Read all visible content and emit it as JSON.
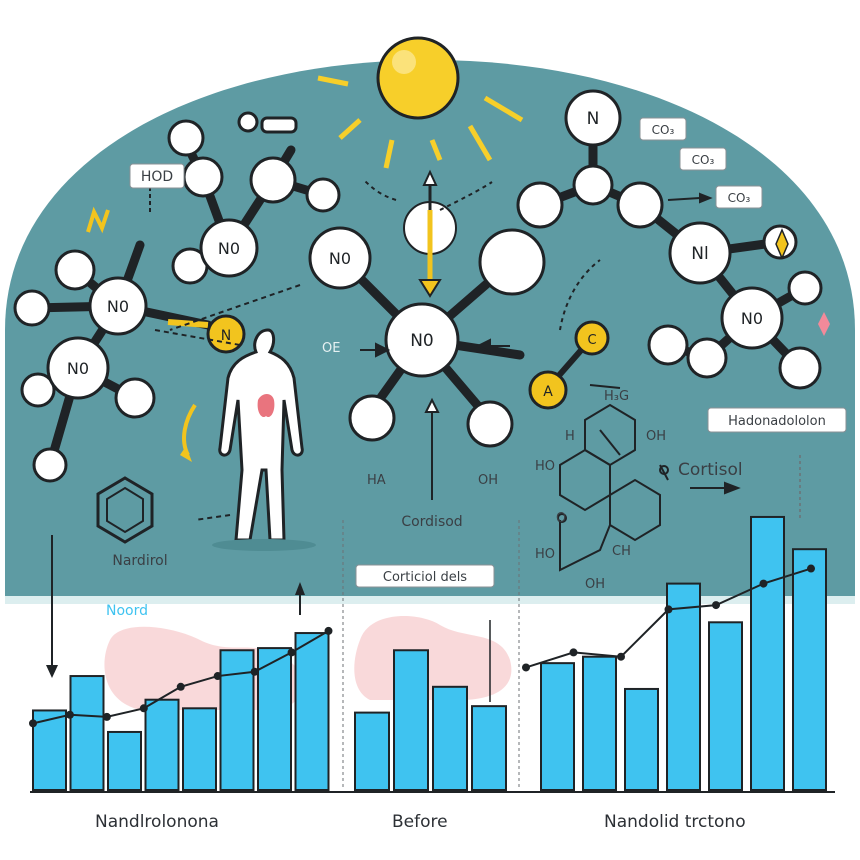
{
  "colors": {
    "backdrop": "#5e9ba3",
    "atom": "#ffffff",
    "bond": "#1f2326",
    "sun": "#f7cf2a",
    "bar": "#3fc3f0",
    "accent": "#f2c41e",
    "pink": "#f6c9cc",
    "text": "#2c3035"
  },
  "atoms": {
    "n_top": "N",
    "no_1": "N0",
    "no_2": "N0",
    "no_3": "N0",
    "no_4": "N0",
    "no_5": "N0",
    "nl": "Nl",
    "no_6": "N0"
  },
  "labels": {
    "hod": "HOD",
    "co_1": "CO₃",
    "co_2": "CO₃",
    "co_3": "CO₃",
    "ha": "HA",
    "oh_center": "OH",
    "cordisod": "Cordisod",
    "hadonadololon": "Hadonadololon",
    "cortisol": "Cortisol",
    "nardirol": "Nardirol",
    "cortisol_chip": "Corticiol dels",
    "noord": "Noord",
    "h3g": "H₃G",
    "h_left": "H",
    "oh_right": "OH",
    "ho": "HO",
    "ho_bottom": "HO",
    "ch": "CH",
    "oh_bottom": "OH",
    "o_label": "O",
    "a_atom": "A",
    "c_atom": "C",
    "n_yellow": "N",
    "oe_left": "OE"
  },
  "captions": {
    "left": "Nandlrolonona",
    "middle": "Before",
    "right": "Nandolid trctono"
  },
  "chart_data": [
    {
      "type": "bar",
      "title": "",
      "values": [
        0.37,
        0.53,
        0.27,
        0.42,
        0.38,
        0.65,
        0.66,
        0.73
      ],
      "line_values": [
        0.31,
        0.35,
        0.34,
        0.38,
        0.48,
        0.53,
        0.55,
        0.64,
        0.74
      ],
      "note": "relative heights, no axis printed"
    },
    {
      "type": "bar",
      "title": "",
      "values": [
        0.36,
        0.65,
        0.48,
        0.39
      ]
    },
    {
      "type": "bar",
      "title": "",
      "values": [
        0.59,
        0.62,
        0.47,
        0.96,
        0.78,
        1.27,
        1.12
      ],
      "line_values": [
        0.57,
        0.64,
        0.62,
        0.84,
        0.86,
        0.96,
        1.03
      ]
    }
  ]
}
